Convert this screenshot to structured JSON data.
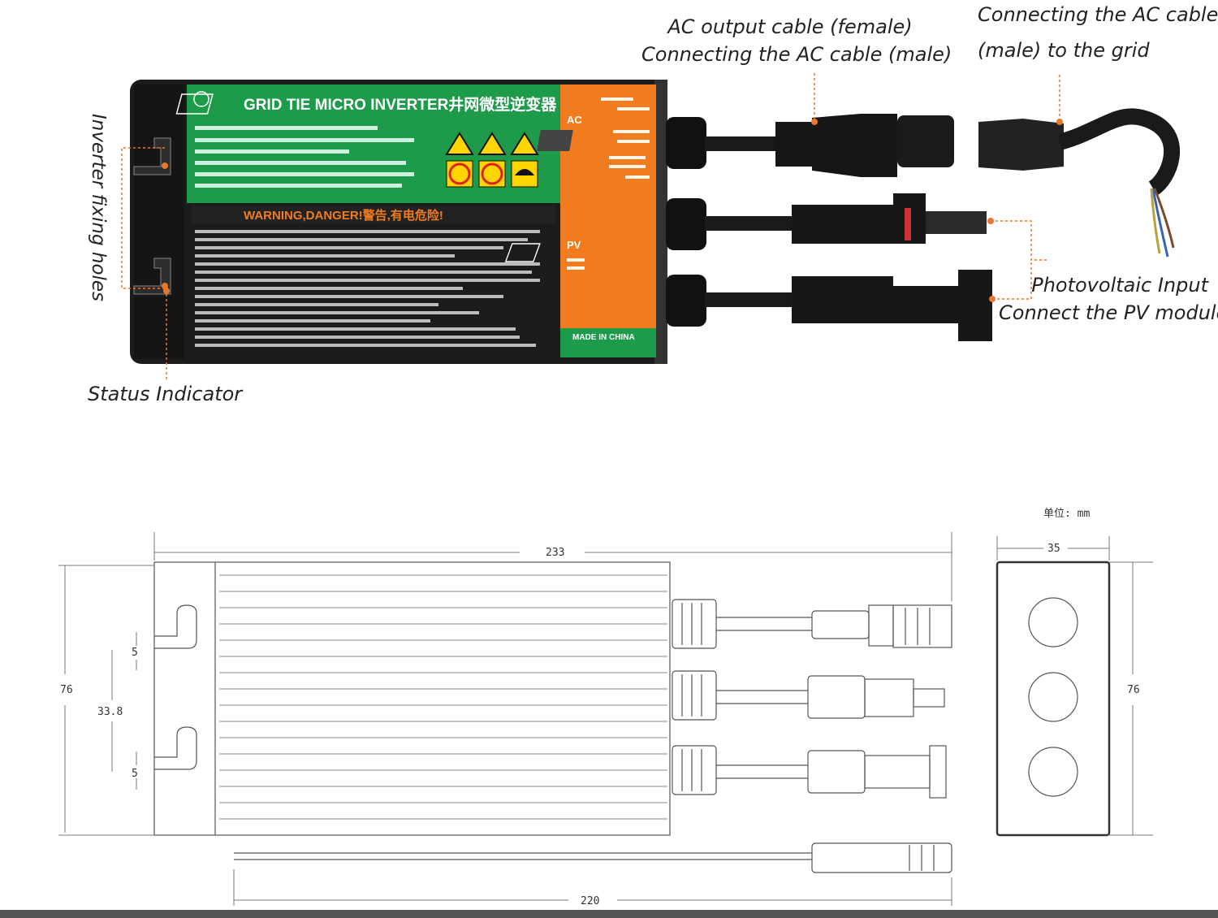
{
  "callouts": {
    "ac_output": [
      "AC output cable (female)",
      "Connecting the AC cable (male)"
    ],
    "ac_grid": [
      "Connecting the AC cable",
      "(male) to the grid"
    ],
    "fixing_holes": "Inverter fixing holes",
    "pv_input": [
      "Photovoltaic Input",
      "Connect the PV module"
    ],
    "status": "Status Indicator"
  },
  "label_panel": {
    "title": "GRID TIE MICRO INVERTER井网微型逆变器",
    "warning": "WARNING,DANGER!警告,有电危险!",
    "ac_side": "AC",
    "pv_side": "PV",
    "made_in": "MADE IN CHINA"
  },
  "dimensions": {
    "unit": "单位: mm",
    "length_body": "233",
    "height_body": "76",
    "hole_gap": "5",
    "hole_pitch": "33.8",
    "hole_gap_2": "5",
    "side_width": "35",
    "side_height": "76",
    "cable_length": "220"
  },
  "colors": {
    "green": "#1e9b4a",
    "orange": "#f07c1f",
    "black": "#1c1c1c",
    "callout_dot": "#e8762b"
  }
}
